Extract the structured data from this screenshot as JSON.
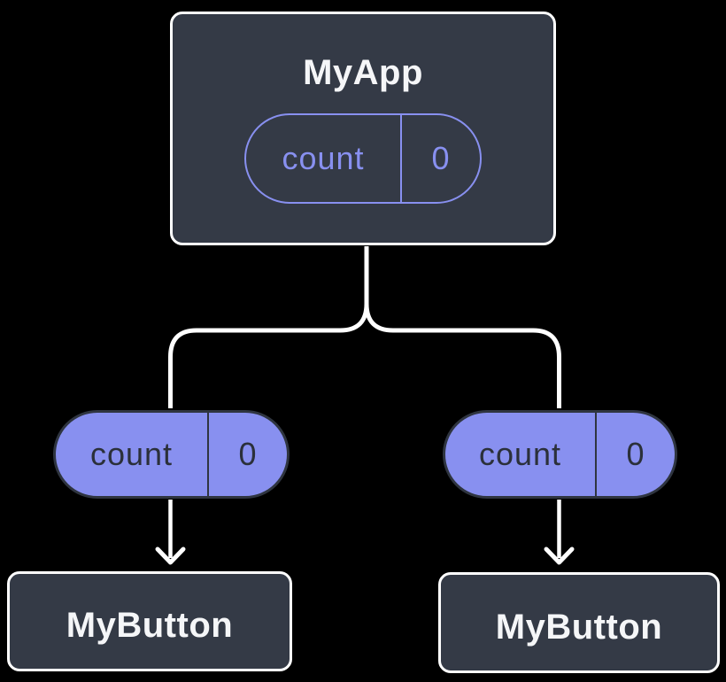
{
  "canvas": {
    "background": "#000000"
  },
  "colors": {
    "node_fill": "#343A46",
    "node_border": "#FFFFFF",
    "node_text": "#F5F6F8",
    "accent_purple": "#8890F0",
    "pill_text_dark": "#2B303A",
    "pill_border_dark": "#2F3540",
    "connector": "#FFFFFF"
  },
  "root_node": {
    "label": "MyApp",
    "state_pill": {
      "name": "count",
      "value": "0"
    }
  },
  "left_branch": {
    "prop_pill": {
      "name": "count",
      "value": "0"
    },
    "node_label": "MyButton"
  },
  "right_branch": {
    "prop_pill": {
      "name": "count",
      "value": "0"
    },
    "node_label": "MyButton"
  }
}
